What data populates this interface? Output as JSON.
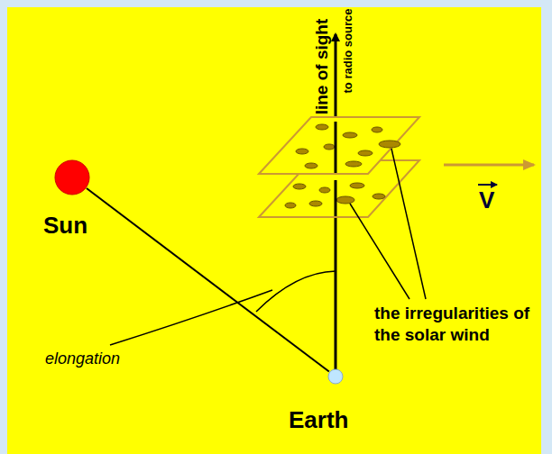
{
  "diagram": {
    "nodes": [
      {
        "text": [
          "Sun"
        ]
      },
      {
        "text": [
          "Earth"
        ]
      }
    ],
    "edges": [
      {
        "from": 0,
        "to": 1,
        "arrow": "none"
      }
    ],
    "labels": [
      "line of sight",
      "to radio source",
      "V",
      "the irregularities of the solar wind",
      "elongation"
    ]
  }
}
